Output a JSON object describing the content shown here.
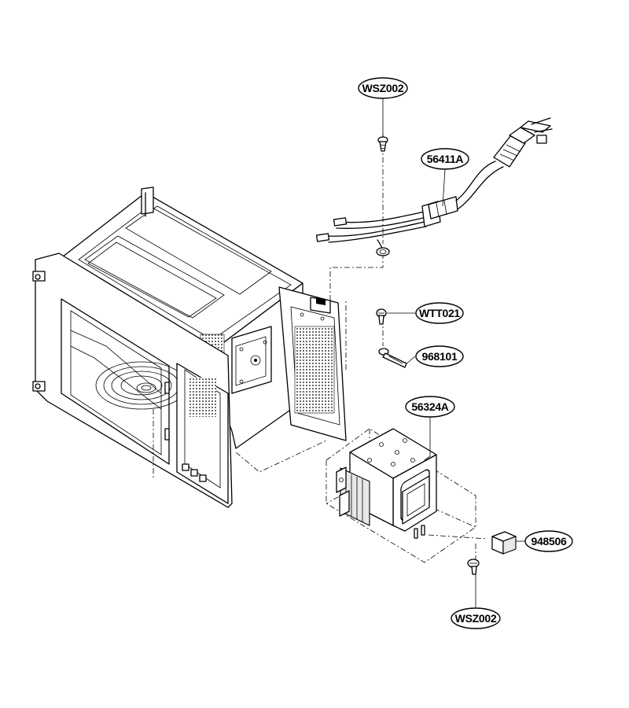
{
  "parts": [
    {
      "id": "screw-top",
      "label": "WSZ002"
    },
    {
      "id": "power-cord",
      "label": "56411A"
    },
    {
      "id": "screw-tapping",
      "label": "WTT021"
    },
    {
      "id": "ground-washer",
      "label": "968101"
    },
    {
      "id": "magnetron",
      "label": "56324A"
    },
    {
      "id": "cushion",
      "label": "948506"
    },
    {
      "id": "screw-bottom",
      "label": "WSZ002"
    }
  ]
}
